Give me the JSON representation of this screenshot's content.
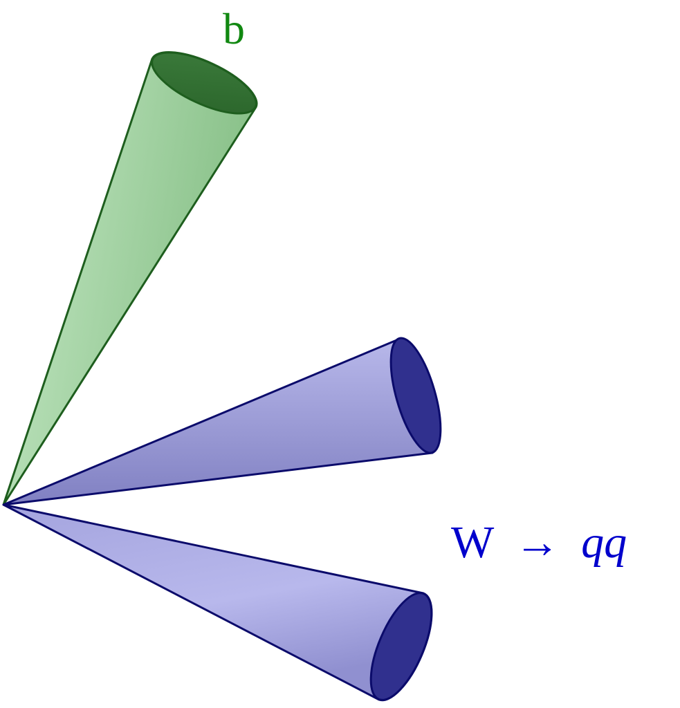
{
  "labels": {
    "b_jet": "b",
    "w_prefix": "W",
    "w_arrow": "→",
    "w_products": "qq"
  },
  "colors": {
    "green_stroke": "#1e5e1e",
    "green_fill_light": "#bfe5bf",
    "green_fill_dark": "#8cc48c",
    "green_cap": "#2f6f2f",
    "green_text": "#118811",
    "blue_stroke": "#0b0b6b",
    "blue_fill_light": "#b8b8ec",
    "blue_fill_dark": "#8282c6",
    "blue_cap": "#2f2f8f",
    "blue_text": "#0000cc"
  }
}
